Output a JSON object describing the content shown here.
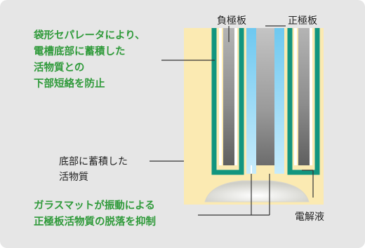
{
  "labels": {
    "negative_plate": "負極板",
    "positive_plate": "正極板",
    "bag_separator": [
      "袋形セパレータにより、",
      "電槽底部に蓄積した",
      "活物質との",
      "下部短絡を防止"
    ],
    "sediment": [
      "底部に蓄積した",
      "活物質"
    ],
    "glass_mat": [
      "ガラスマットが振動による",
      "正極板活物質の脱落を抑制"
    ],
    "electrolyte": "電解液"
  },
  "colors": {
    "panel": "#e6e6e6",
    "electrolyte": "#fbeab2",
    "separator": "#12957f",
    "negative_plate": "#8a8a8a",
    "positive_plate": "#9a9a9a",
    "glass_mat": "#7fd0f2",
    "callout_text": "#2f9a3a"
  }
}
